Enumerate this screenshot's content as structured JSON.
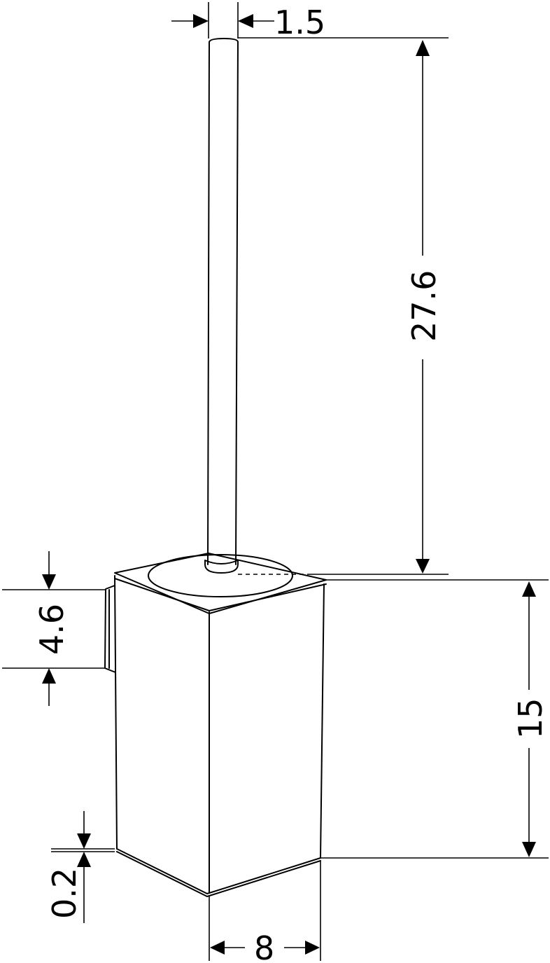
{
  "dimensions": {
    "handle_diameter": "1.5",
    "handle_length": "27.6",
    "bracket_height": "4.6",
    "holder_height": "15",
    "wall_gap": "0.2",
    "holder_width": "8"
  }
}
